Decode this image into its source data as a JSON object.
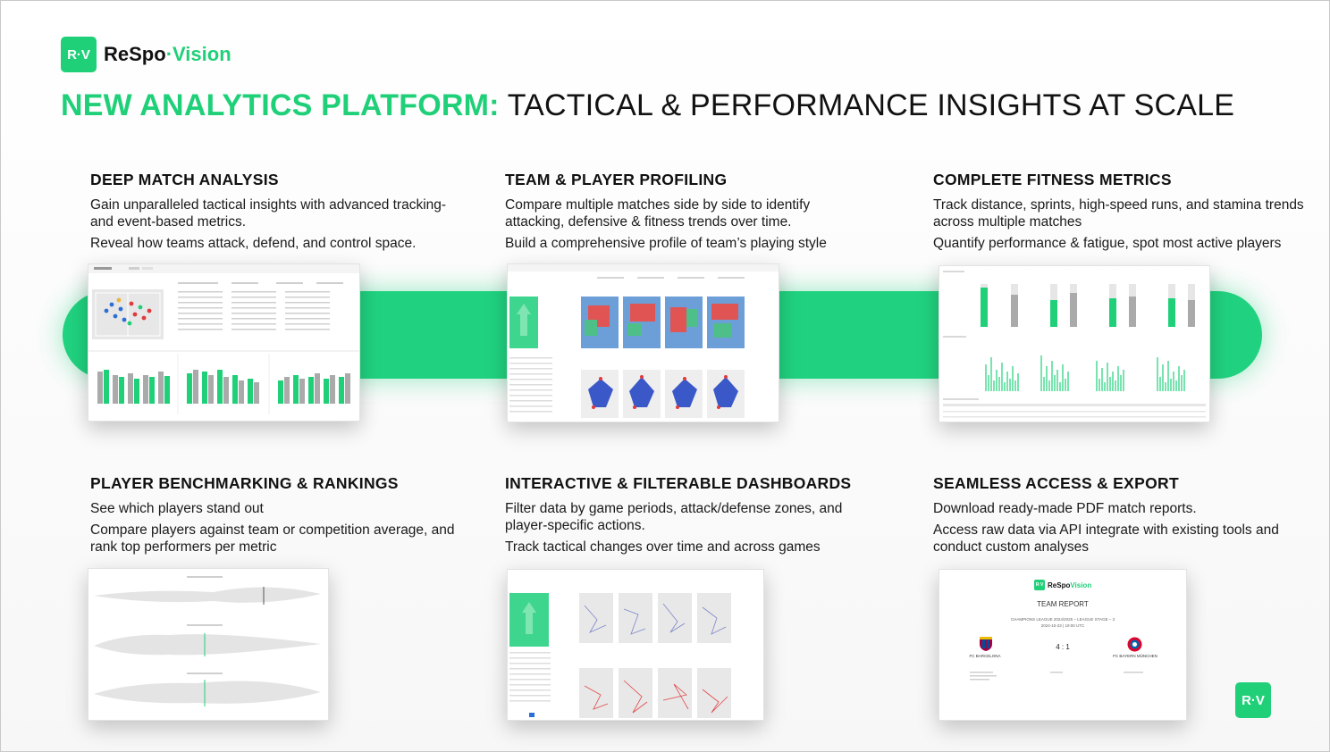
{
  "logo": {
    "mark": "R·V",
    "name_a": "ReSpo",
    "name_b": "·Vision"
  },
  "headline": {
    "green": "NEW ANALYTICS PLATFORM:",
    "dark": "TACTICAL & PERFORMANCE INSIGHTS AT SCALE"
  },
  "sections": [
    {
      "title": "DEEP MATCH ANALYSIS",
      "p1": "Gain unparalleled tactical insights with advanced tracking- and event-based metrics.",
      "p2": "Reveal how teams attack, defend, and control space."
    },
    {
      "title": "TEAM & PLAYER PROFILING",
      "p1": "Compare multiple matches side by side to identify attacking, defensive & fitness trends over time.",
      "p2": "Build a comprehensive profile of team’s playing style"
    },
    {
      "title": "COMPLETE FITNESS METRICS",
      "p1": "Track distance, sprints, high-speed runs, and stamina trends across multiple matches",
      "p2": "Quantify performance & fatigue, spot most active players"
    },
    {
      "title": "PLAYER BENCHMARKING & RANKINGS",
      "p1": "See which players stand out",
      "p2": "Compare players against team or competition average, and rank top performers per metric"
    },
    {
      "title": "INTERACTIVE & FILTERABLE DASHBOARDS",
      "p1": "Filter data by game periods, attack/defense zones, and player-specific actions.",
      "p2": "Track tactical changes over time and across games"
    },
    {
      "title": "SEAMLESS ACCESS & EXPORT",
      "p1": "Download ready-made PDF match reports.",
      "p2": "Access raw data via API integrate with existing tools and conduct custom analyses"
    }
  ],
  "report": {
    "brand_a": "ReSpo",
    "brand_b": "Vision",
    "title": "TEAM REPORT",
    "competition": "CHAMPIONS LEAGUE 2024/2025 – LEAGUE STAGE – 3",
    "date": "2024-10-23 | 19:00 UTC",
    "score": "4 : 1",
    "home": "FC BARCELONA",
    "away": "FC BAYERN MÜNCHEN"
  },
  "colors": {
    "accent": "#1fd079",
    "band": "#20d27f"
  },
  "corner_mark": "R·V"
}
